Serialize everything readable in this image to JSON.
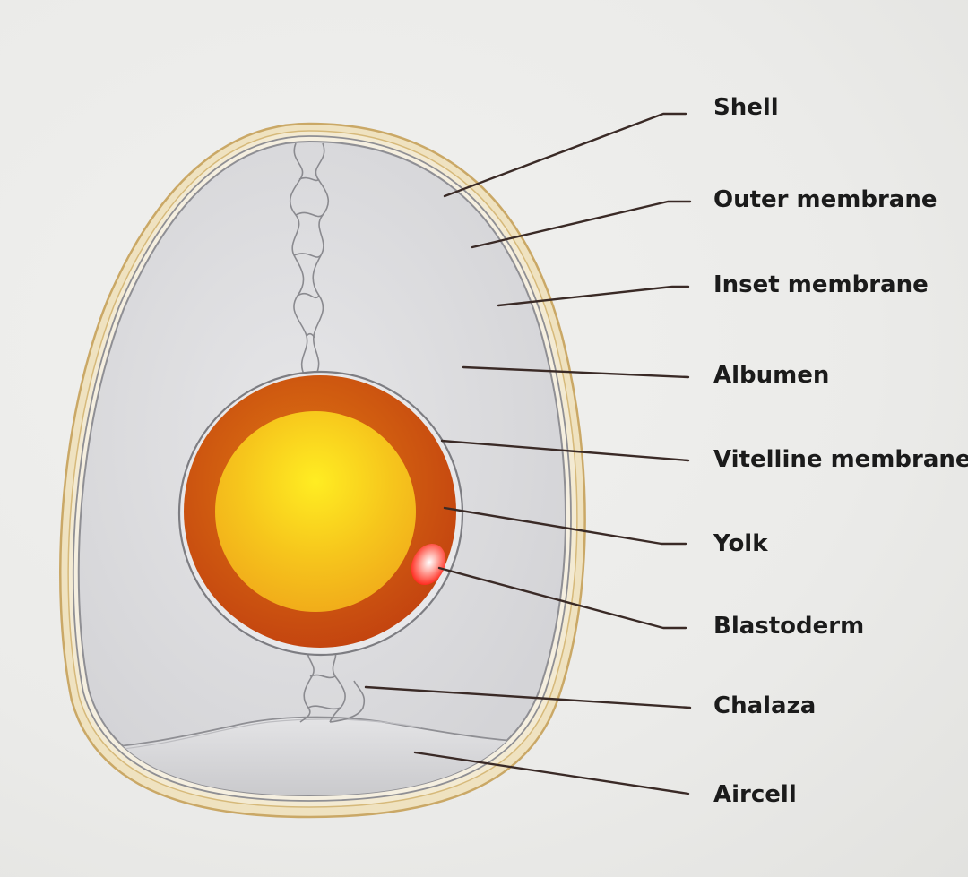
{
  "labels": {
    "shell": "Shell",
    "outer_membrane": "Outer membrane",
    "inset_membrane": "Inset membrane",
    "albumen": "Albumen",
    "vitelline_membrane": "Vitelline membrane",
    "yolk": "Yolk",
    "blastoderm": "Blastoderm",
    "chalaza": "Chalaza",
    "aircell": "Aircell"
  },
  "colors": {
    "shell": "#d9bf86",
    "membrane": "#8f8f94",
    "albumen": "#dcdcde",
    "yolk_outer": "#c94e10",
    "yolk_inner": "#f2c31a",
    "yolk_center": "#ffe92a",
    "blastoderm": "#ff3a2e",
    "leader_line": "#3a2a26"
  }
}
